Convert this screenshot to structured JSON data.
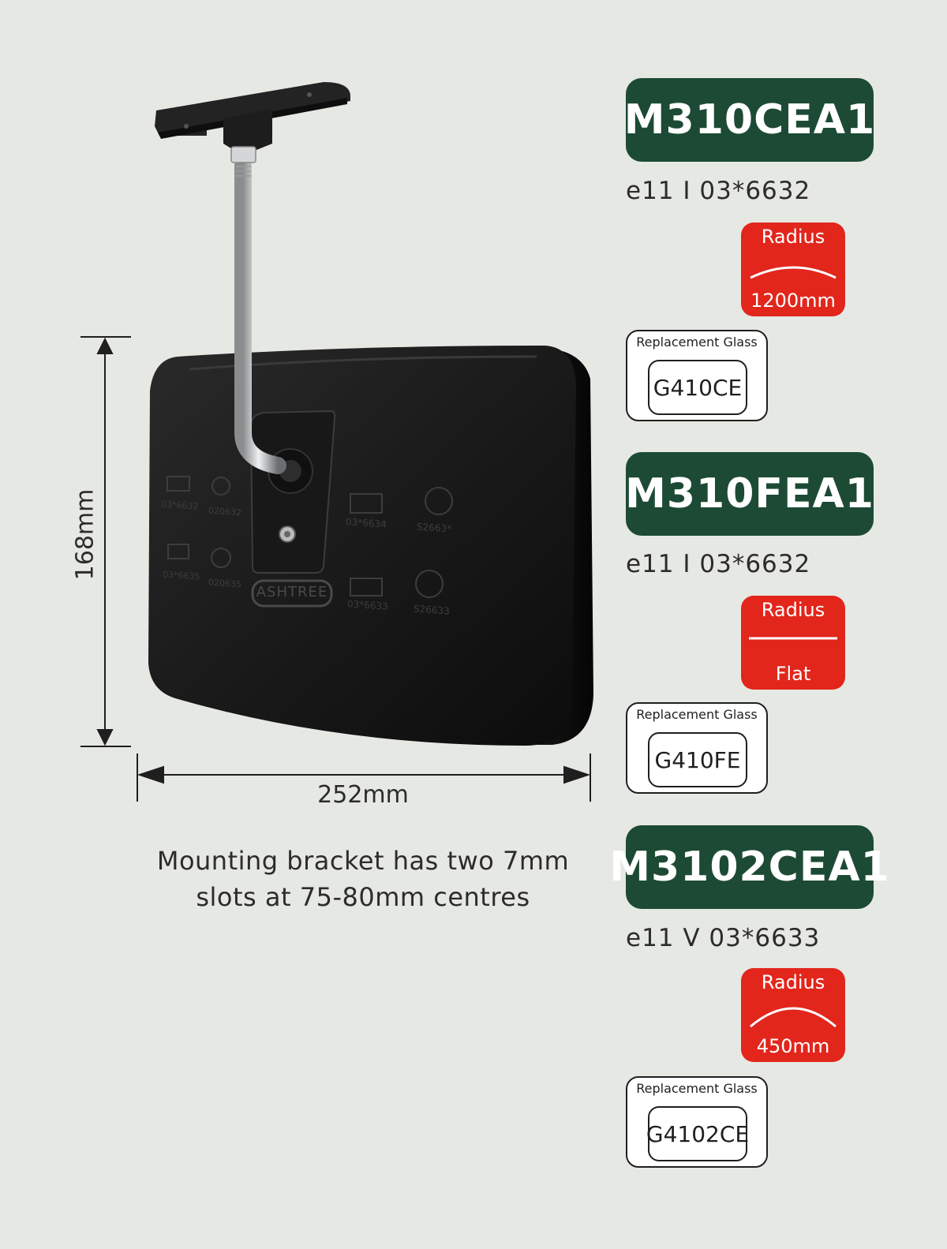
{
  "products": [
    {
      "model": "M310CEA1",
      "approval": "e11 I 03*6632",
      "radius_label": "Radius",
      "radius_value": "1200mm",
      "glass_label": "Replacement Glass",
      "glass_code": "G410CE"
    },
    {
      "model": "M310FEA1",
      "approval": "e11 I 03*6632",
      "radius_label": "Radius",
      "radius_value": "Flat",
      "glass_label": "Replacement Glass",
      "glass_code": "G410FE"
    },
    {
      "model": "M3102CEA1",
      "approval": "e11 V 03*6633",
      "radius_label": "Radius",
      "radius_value": "450mm",
      "glass_label": "Replacement Glass",
      "glass_code": "G4102CE"
    }
  ],
  "dimensions": {
    "height": "168mm",
    "width": "252mm"
  },
  "mirror": {
    "brand": "ASHTREE",
    "markings": [
      "03*6632",
      "020632",
      "03*6635",
      "020635",
      "03*6634",
      "S2663*",
      "03*6633",
      "S26633"
    ]
  },
  "note": {
    "line1": "Mounting bracket has two 7mm",
    "line2": "slots at 75-80mm centres"
  },
  "colors": {
    "background": "#e6e8e3",
    "model_badge": "#1d4a34",
    "radius_badge": "#e2261c"
  }
}
